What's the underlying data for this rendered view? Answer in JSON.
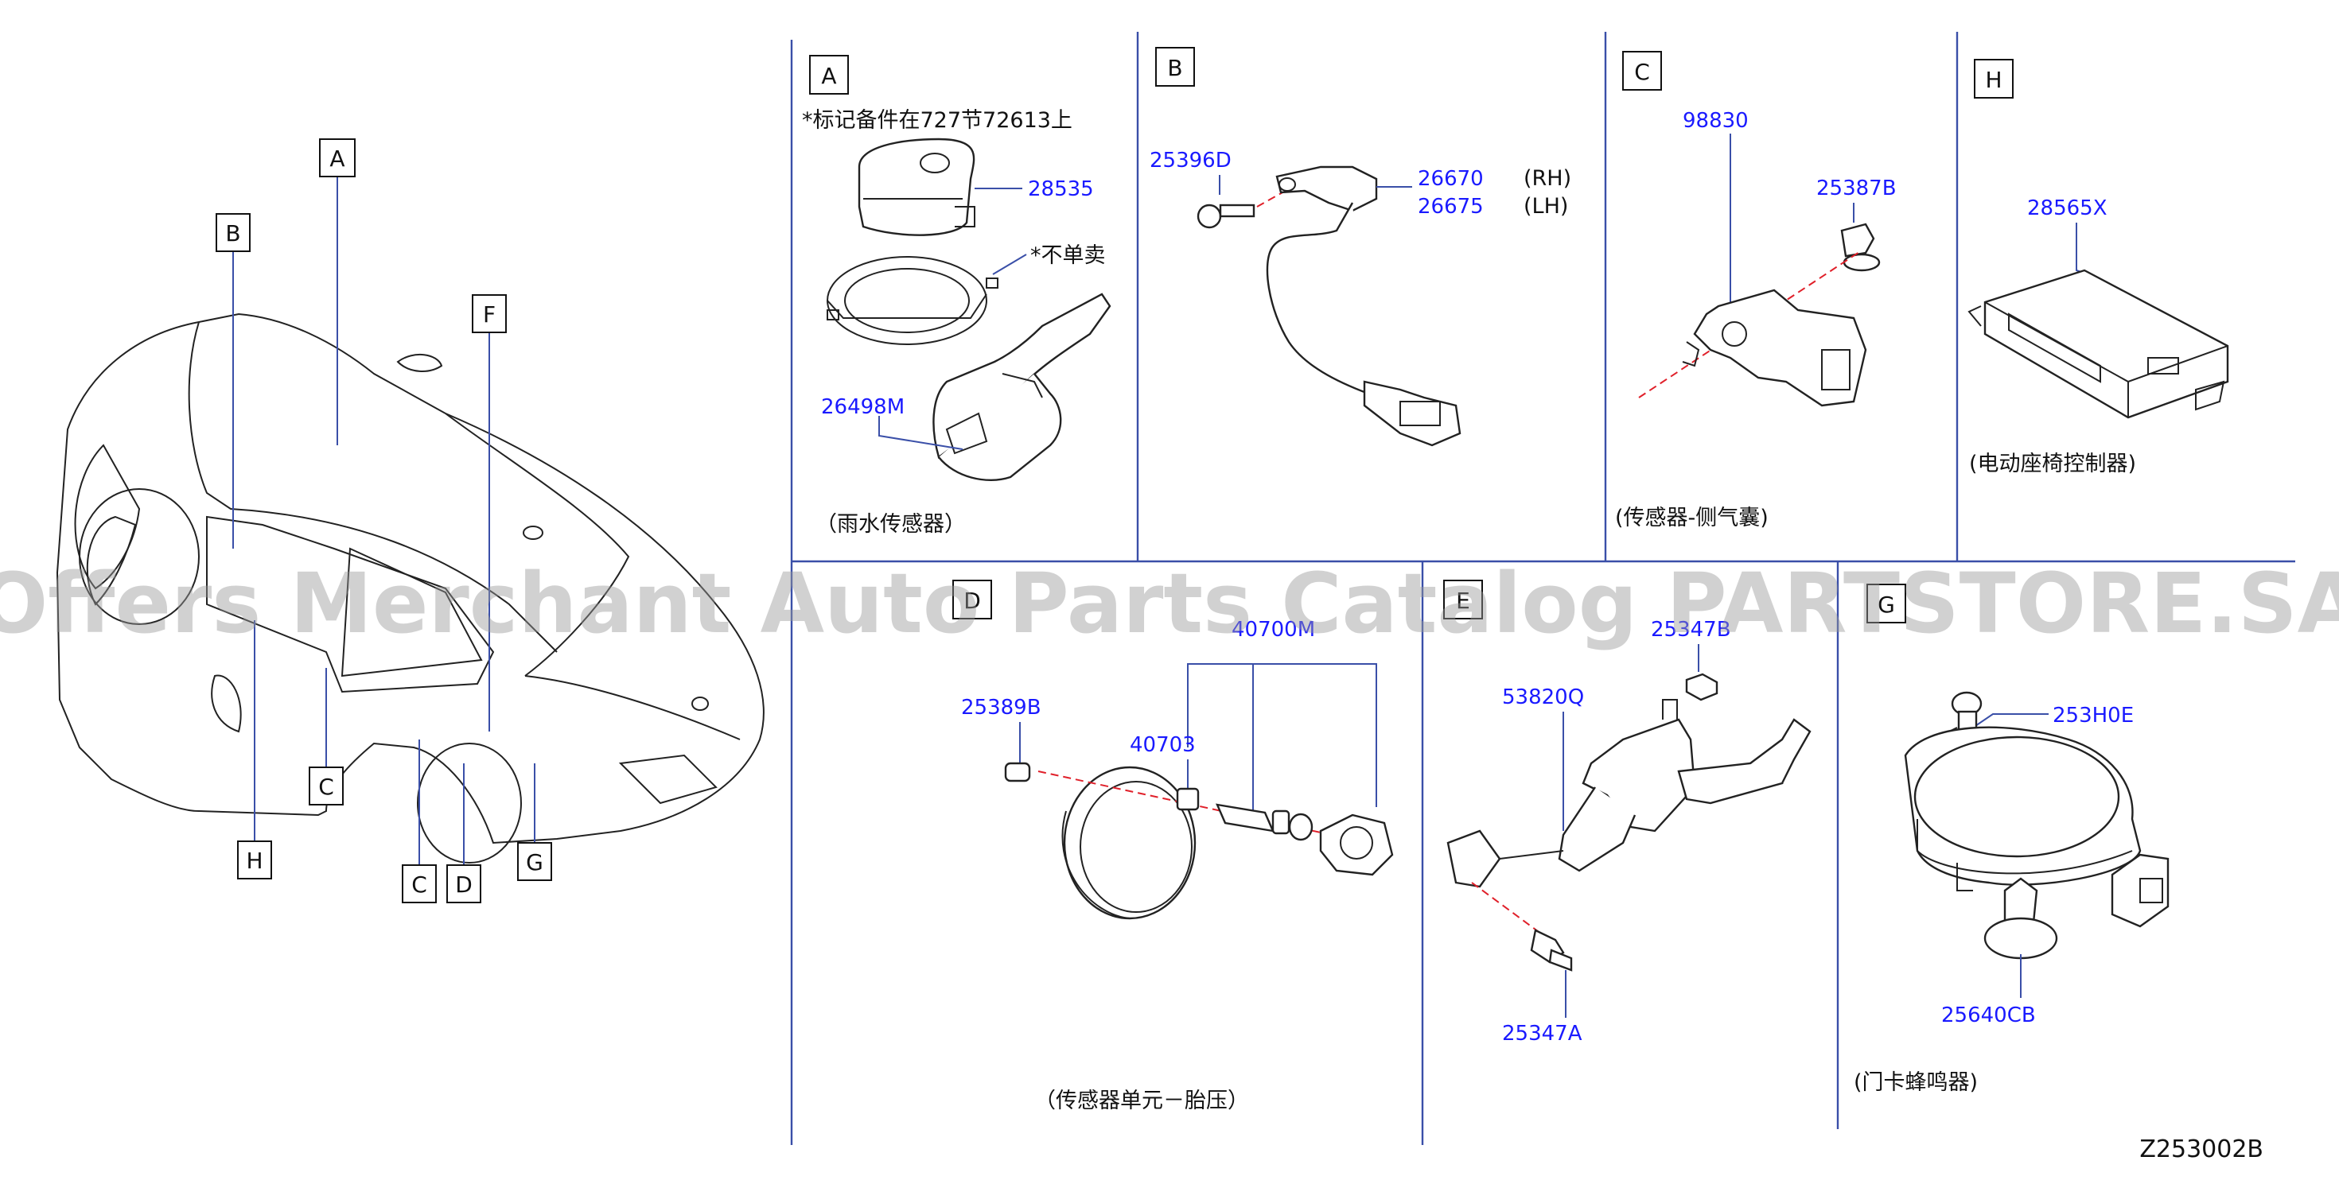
{
  "callouts": {
    "A": "A",
    "B": "B",
    "C": "C",
    "D": "D",
    "E": "E",
    "F": "F",
    "G": "G",
    "H": "H"
  },
  "panel_A": {
    "note_marked": "*标记备件在727节72613上",
    "part_28535": "28535",
    "note_not_sold": "*不单卖",
    "part_26498M": "26498M",
    "caption": "（雨水传感器）"
  },
  "panel_B": {
    "part_25396D": "25396D",
    "part_26670": "26670",
    "part_26675": "26675",
    "side_rh": "(RH)",
    "side_lh": "(LH)"
  },
  "panel_C": {
    "part_98830": "98830",
    "part_25387B": "25387B",
    "caption": "(传感器-侧气囊)"
  },
  "panel_H": {
    "part_28565X": "28565X",
    "caption": "(电动座椅控制器)"
  },
  "panel_D": {
    "part_40700M": "40700M",
    "part_25389B": "25389B",
    "part_40703": "40703",
    "caption": "（传感器单元－胎压）"
  },
  "panel_E": {
    "part_25347B": "25347B",
    "part_53820Q": "53820Q",
    "part_25347A": "25347A"
  },
  "panel_G": {
    "part_253H0E": "253H0E",
    "part_25640CB": "25640CB",
    "caption": "(门卡蜂鸣器)"
  },
  "diagram_code": "Z253002B",
  "watermark": "Offers Merchant Auto Parts Catalog PARTSTORE.SA",
  "colors": {
    "part_number": "#1a1aff",
    "divider": "#3a4fa8",
    "centerline": "#e0202a"
  }
}
